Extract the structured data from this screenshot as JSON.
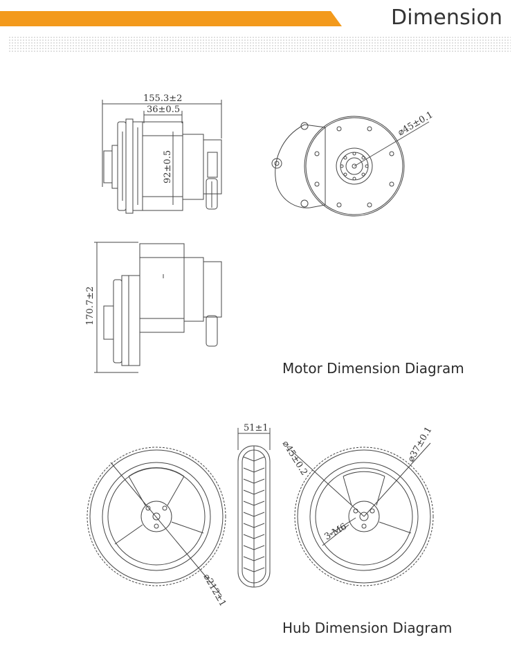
{
  "header": {
    "title": "Dimension",
    "accent_color": "#f39a1c"
  },
  "motor": {
    "caption": "Motor Dimension Diagram",
    "dims": {
      "overall_length": "155.3±2",
      "body_length": "36±0.5",
      "flange_height": "92±0.5",
      "overall_height": "170.7±2",
      "shaft_diameter": "⌀45±0.1"
    }
  },
  "hub": {
    "caption": "Hub Dimension Diagram",
    "dims": {
      "tire_width": "51±1",
      "tire_diameter": "⌀212±1",
      "hub_diameter": "⌀45±0.2",
      "bore_diameter": "⌀37±0.1",
      "bolt_spec": "3-M6"
    }
  }
}
